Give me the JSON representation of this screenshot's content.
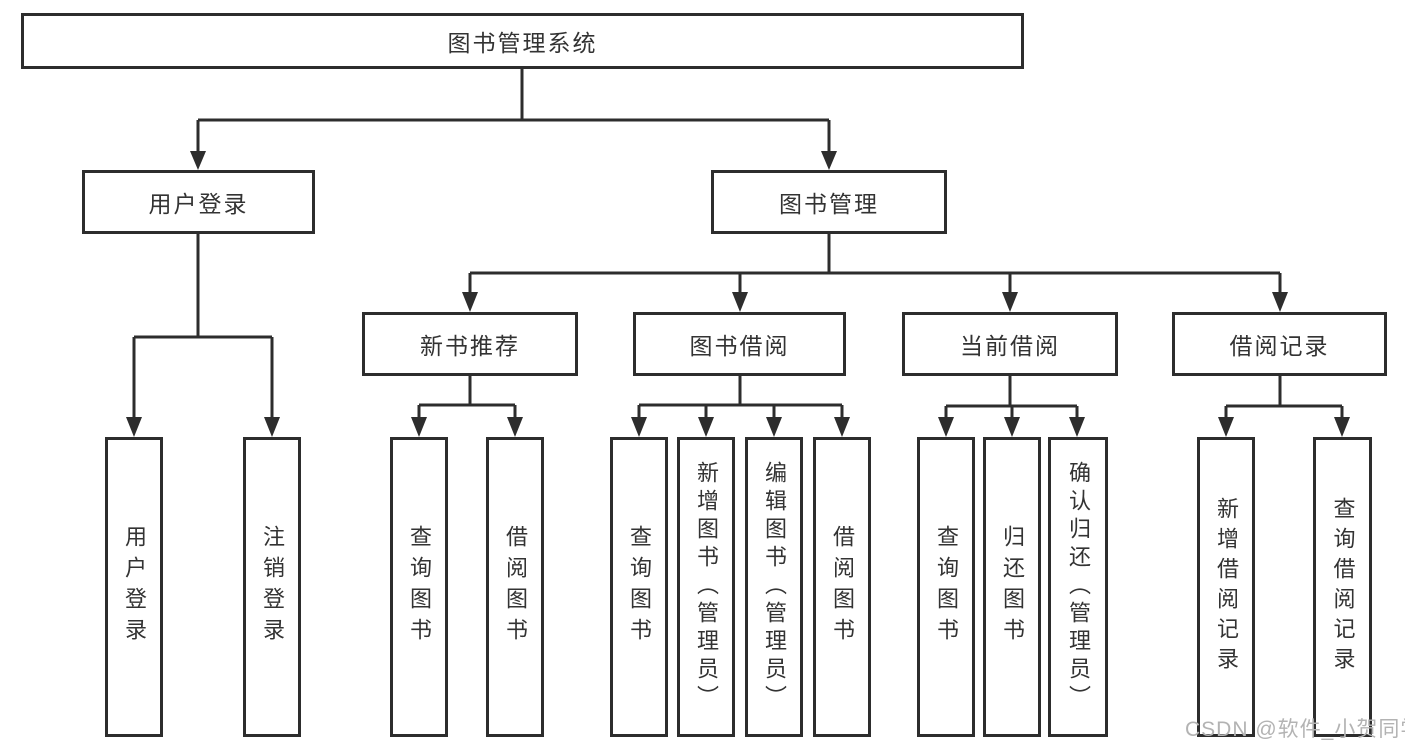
{
  "diagram": {
    "root": {
      "label": "图书管理系统"
    },
    "level2": [
      {
        "label": "用户登录"
      },
      {
        "label": "图书管理"
      }
    ],
    "level3": [
      {
        "label": "新书推荐"
      },
      {
        "label": "图书借阅"
      },
      {
        "label": "当前借阅"
      },
      {
        "label": "借阅记录"
      }
    ],
    "leaves": {
      "user_login": [
        {
          "label": "用户登录"
        },
        {
          "label": "注销登录"
        }
      ],
      "new_book": [
        {
          "label": "查询图书"
        },
        {
          "label": "借阅图书"
        }
      ],
      "book_borrow": [
        {
          "label": "查询图书"
        },
        {
          "label": "新增图书（管理员）"
        },
        {
          "label": "编辑图书（管理员）"
        },
        {
          "label": "借阅图书"
        }
      ],
      "current_borrow": [
        {
          "label": "查询图书"
        },
        {
          "label": "归还图书"
        },
        {
          "label": "确认归还（管理员）"
        }
      ],
      "borrow_record": [
        {
          "label": "新增借阅记录"
        },
        {
          "label": "查询借阅记录"
        }
      ]
    },
    "watermark": "CSDN @软件_小贺同学",
    "colors": {
      "line": "#2d2d2d",
      "text": "#333333",
      "background": "#ffffff",
      "watermark": "#b3b3b3"
    }
  }
}
